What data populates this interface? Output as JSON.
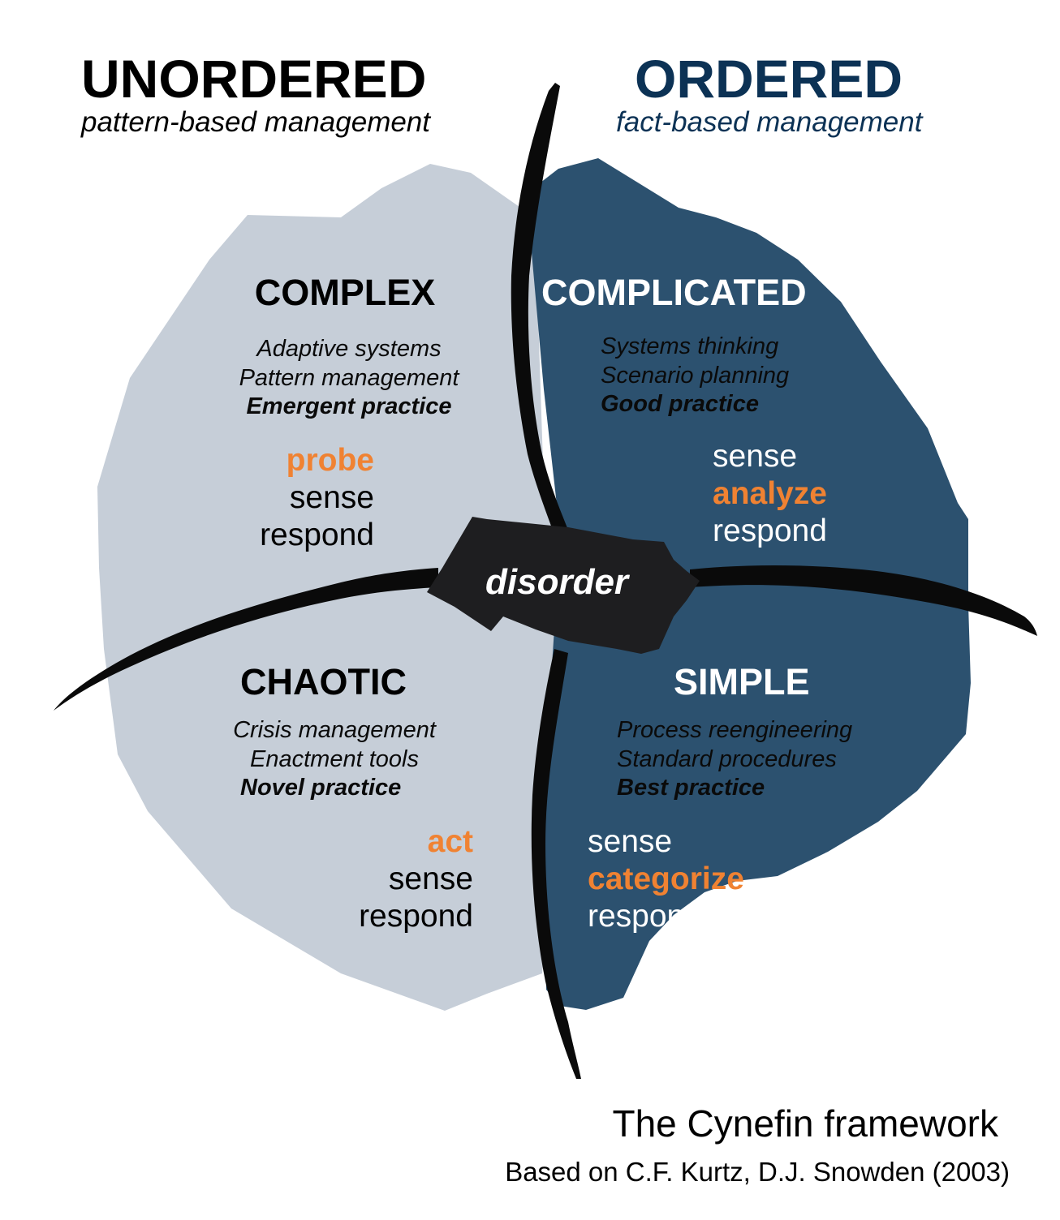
{
  "colors": {
    "unordered_fill": "#c6ced8",
    "ordered_fill": "#2c516f",
    "ordered_title": "#0c3255",
    "accent_orange": "#f08232",
    "stroke_black": "#0a0a0a",
    "disorder_patch": "#1e1e20"
  },
  "header": {
    "unordered": {
      "title": "UNORDERED",
      "subtitle": "pattern-based management"
    },
    "ordered": {
      "title": "ORDERED",
      "subtitle": "fact-based management"
    }
  },
  "domains": {
    "complex": {
      "title": "COMPLEX",
      "descriptors": [
        "Adaptive systems",
        "Pattern management"
      ],
      "practice": "Emergent practice",
      "steps": [
        "probe",
        "sense",
        "respond"
      ],
      "highlight_index": 0
    },
    "complicated": {
      "title": "COMPLICATED",
      "descriptors": [
        "Systems thinking",
        "Scenario planning"
      ],
      "practice": "Good practice",
      "steps": [
        "sense",
        "analyze",
        "respond"
      ],
      "highlight_index": 1
    },
    "chaotic": {
      "title": "CHAOTIC",
      "descriptors": [
        "Crisis management",
        "Enactment tools"
      ],
      "practice": "Novel practice",
      "steps": [
        "act",
        "sense",
        "respond"
      ],
      "highlight_index": 0
    },
    "simple": {
      "title": "SIMPLE",
      "descriptors": [
        "Process reengineering",
        "Standard procedures"
      ],
      "practice": "Best practice",
      "steps": [
        "sense",
        "categorize",
        "respond"
      ],
      "highlight_index": 1
    }
  },
  "center": {
    "label": "disorder"
  },
  "caption": {
    "title": "The Cynefin framework",
    "source": "Based on C.F. Kurtz, D.J. Snowden (2003)"
  }
}
